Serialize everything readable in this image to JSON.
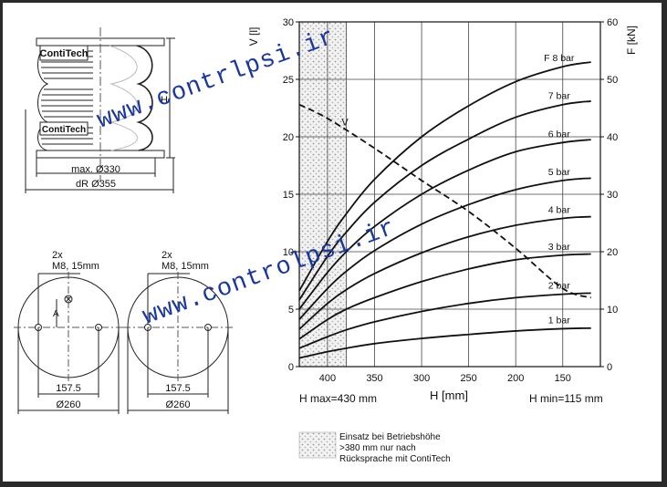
{
  "bellow": {
    "brand": "ContiTech",
    "height_label": "H",
    "dim_max": "max. Ø330",
    "dim_dr": "dR Ø355"
  },
  "plates": [
    {
      "holes": "2x",
      "bolt": "M8, 15mm",
      "axis_label": "A",
      "spacing": "157.5",
      "diameter": "Ø260"
    },
    {
      "holes": "2x",
      "bolt": "M8, 15mm",
      "spacing": "157.5",
      "diameter": "Ø260"
    }
  ],
  "chart_data": {
    "type": "line",
    "xlabel": "H [mm]",
    "ylabel_left": "V [l]",
    "ylabel_right": "F [kN]",
    "xlim": [
      430,
      110
    ],
    "ylim_left": [
      0,
      30
    ],
    "ylim_right": [
      0,
      60
    ],
    "x_ticks": [
      400,
      350,
      300,
      250,
      200,
      150
    ],
    "y_ticks_left": [
      0,
      5,
      10,
      15,
      20,
      25,
      30
    ],
    "y_ticks_right": [
      0,
      10,
      20,
      30,
      40,
      50,
      60
    ],
    "hmax_label": "H max=430 mm",
    "hmin_label": "H min=115 mm",
    "hatch_range": [
      430,
      380
    ],
    "hatch_note": [
      "Einsatz bei Betriebshöhe",
      ">380 mm nur nach",
      "Rücksprache mit ContiTech"
    ],
    "x": [
      430,
      400,
      380,
      350,
      300,
      250,
      200,
      150,
      120
    ],
    "force_series": [
      {
        "name": "1 bar",
        "values": [
          1.5,
          2.6,
          3.2,
          4.0,
          4.9,
          5.6,
          6.2,
          6.6,
          6.7
        ]
      },
      {
        "name": "2 bar",
        "values": [
          3.2,
          5.2,
          6.4,
          7.8,
          9.6,
          11.0,
          12.0,
          12.6,
          12.8
        ]
      },
      {
        "name": "3 bar",
        "values": [
          4.8,
          8.2,
          10.0,
          12.0,
          14.8,
          17.0,
          18.6,
          19.4,
          19.6
        ]
      },
      {
        "name": "4 bar",
        "values": [
          6.5,
          11.0,
          13.4,
          16.2,
          19.8,
          22.6,
          24.6,
          25.8,
          26.1
        ]
      },
      {
        "name": "5 bar",
        "values": [
          8.2,
          13.6,
          16.6,
          20.2,
          24.8,
          28.2,
          30.8,
          32.4,
          32.8
        ]
      },
      {
        "name": "6 bar",
        "values": [
          10.0,
          16.4,
          20.0,
          24.4,
          30.0,
          34.2,
          37.4,
          39.0,
          39.5
        ]
      },
      {
        "name": "7 bar",
        "values": [
          11.6,
          19.2,
          23.4,
          28.6,
          35.0,
          39.6,
          43.4,
          45.6,
          46.2
        ]
      },
      {
        "name": "F 8 bar",
        "values": [
          13.2,
          21.8,
          26.6,
          32.6,
          40.0,
          45.4,
          49.6,
          52.2,
          53.0
        ]
      }
    ],
    "volume_series": {
      "name": "V",
      "x": [
        430,
        400,
        350,
        300,
        250,
        200,
        150,
        120
      ],
      "values": [
        22.8,
        21.6,
        19.0,
        16.2,
        13.5,
        10.3,
        6.8,
        6.0
      ]
    }
  },
  "watermarks": [
    "www.contrlpsi.ir",
    "www.controlpsi.ir"
  ]
}
